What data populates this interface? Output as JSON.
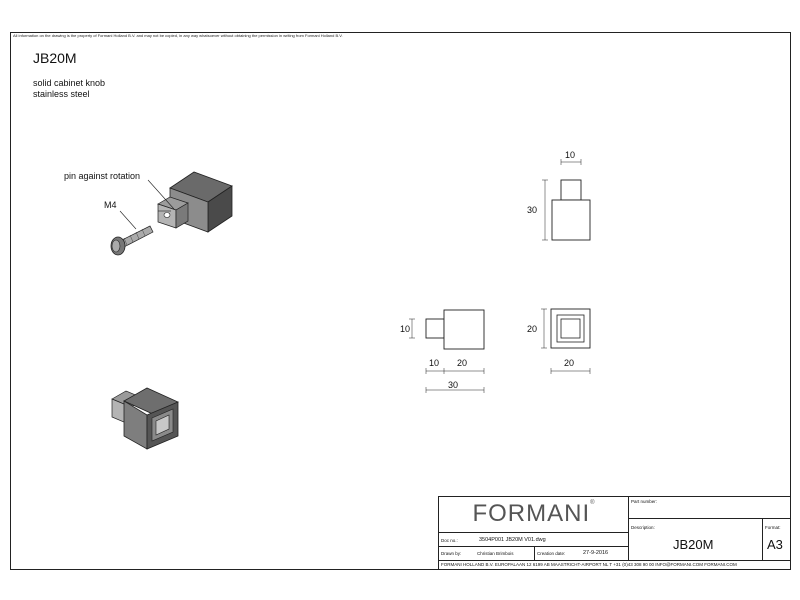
{
  "notice": "All information on the drawing is the property of Formani Holland B.V. and may not be copied, in any way whatsoever without obtaining the permission in writing from Formani Holland B.V.",
  "product": {
    "code": "JB20M",
    "description_line1": "solid cabinet knob",
    "description_line2": "stainless steel"
  },
  "callouts": {
    "pin": "pin against rotation",
    "screw": "M4"
  },
  "dimensions": {
    "top_width": "10",
    "front_height": "30",
    "side_small_height": "10",
    "side_10": "10",
    "side_20": "20",
    "side_total": "30",
    "square_height": "20",
    "square_width": "20"
  },
  "title_block": {
    "brand": "FORMANI",
    "brand_mark": "®",
    "part_number_label": "Part number:",
    "part_number_value": "",
    "description_label": "Description:",
    "description_value": "JB20M",
    "format_label": "Format:",
    "format_value": "A3",
    "doc_no_label": "Doc no.:",
    "doc_no_value": "3504P001 JB20M V01.dwg",
    "drawn_by_label": "Drawn by:",
    "drawn_by_value": "Christian Brimbois",
    "creation_date_label": "Creation date:",
    "creation_date_value": "27-9-2016",
    "footer": "FORMANI HOLLAND B.V.  EUROPALAAN 12  6199 AB MAASTRICHT-AIRPORT NL  T +31 (0)43 308 90 00 INFO@FORMANI.COM FORMANI.COM"
  }
}
